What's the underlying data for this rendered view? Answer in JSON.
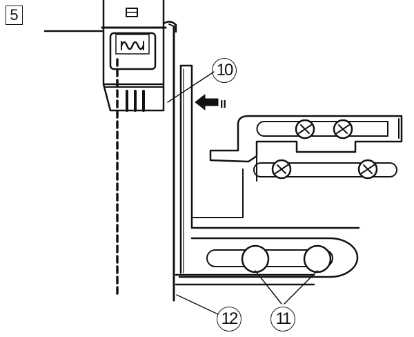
{
  "step": {
    "label": "5"
  },
  "callouts": {
    "c10": "10",
    "c11": "11",
    "c12": "12"
  },
  "arrow": {
    "text": "II"
  }
}
